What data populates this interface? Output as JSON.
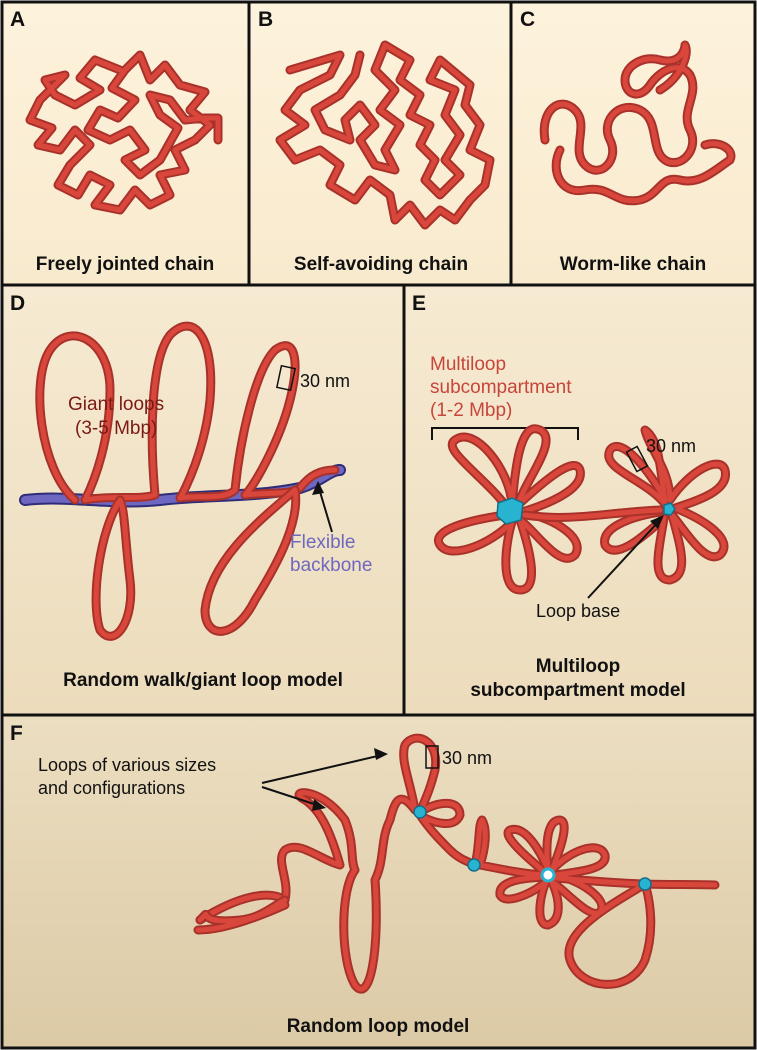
{
  "panels": {
    "a": {
      "letter": "A",
      "caption": "Freely jointed chain"
    },
    "b": {
      "letter": "B",
      "caption": "Self-avoiding chain"
    },
    "c": {
      "letter": "C",
      "caption": "Worm-like chain"
    },
    "d": {
      "letter": "D",
      "caption": "Random walk/giant loop model",
      "loops_label_1": "Giant loops",
      "loops_label_2": "(3-5 Mbp)",
      "scale_label": "30 nm",
      "backbone_label_1": "Flexible",
      "backbone_label_2": "backbone"
    },
    "e": {
      "letter": "E",
      "caption_1": "Multiloop",
      "caption_2": "subcompartment model",
      "sub_label_1": "Multiloop",
      "sub_label_2": "subcompartment",
      "sub_label_3": "(1-2 Mbp)",
      "scale_label": "30 nm",
      "base_label": "Loop base"
    },
    "f": {
      "letter": "F",
      "caption": "Random loop model",
      "loops_label_1": "Loops of various sizes",
      "loops_label_2": "and configurations",
      "scale_label": "30 nm"
    }
  },
  "colors": {
    "chromatin": "#d9463c",
    "chromatin_outline": "#a8322a",
    "backbone": "#6d67c1",
    "loop_base": "#28b3d1",
    "panel_light": "#fcefd6",
    "panel_mid": "#f1e3c6",
    "panel_dark": "#e2d2b0"
  }
}
